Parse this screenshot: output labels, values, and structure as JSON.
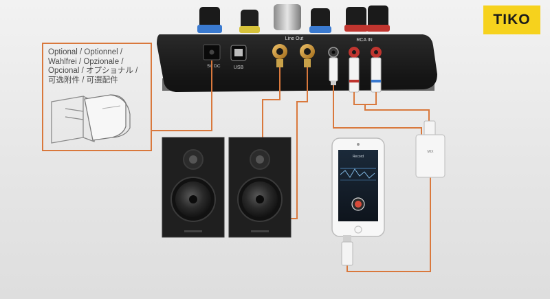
{
  "logo": {
    "text": "TIKO",
    "color": "#f6d21d"
  },
  "adapter_label": {
    "lines": [
      "Optional / Optionnel /",
      "Wahlfrei / Opzionale /",
      "Opcional / オプショナル /",
      "可选附件 / 可選配件"
    ]
  },
  "mixer_panel": {
    "dc_label": "5V DC",
    "usb_label": "USB",
    "line_out_label": "Line Out",
    "rca_in_label": "RCA IN"
  },
  "phone_screen": {
    "app_title": "Record"
  },
  "interface_box": {
    "label": "MIX"
  },
  "colors": {
    "wire": "#d9783c",
    "device": "#1b1b1b",
    "speaker": "#222222",
    "background": "#e9e9e9"
  }
}
